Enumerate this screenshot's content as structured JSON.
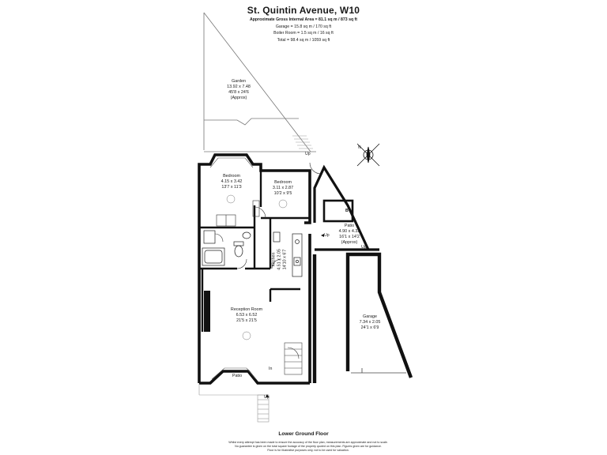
{
  "header": {
    "title": "St. Quintin Avenue, W10",
    "area_lines": [
      "Approximate Gross Internal Area = 81.1 sq m / 873 sq ft",
      "Garage = 15.8 sq m / 170 sq ft",
      "Boiler Room = 1.5 sq m / 16 sq ft",
      "Total = 98.4 sq m / 1059 sq ft"
    ]
  },
  "rooms": {
    "garden": {
      "name": "Garden",
      "metric": "13.92 x 7.48",
      "imperial": "45'8 x 24'6",
      "note": "(Approx)"
    },
    "bedroom1": {
      "name": "Bedroom",
      "metric": "4.15 x 3.42",
      "imperial": "13'7 x 11'3"
    },
    "bedroom2": {
      "name": "Bedroom",
      "metric": "3.11 x 2.87",
      "imperial": "10'2 x 9'5"
    },
    "kitchen": {
      "name": "Kitchen",
      "metric": "4.51 x 2.05",
      "imperial": "14'10 x 6'7"
    },
    "patio_side": {
      "name": "Patio",
      "metric": "4.90 x 4.32",
      "imperial": "16'1 x 14'2",
      "note": "(Approx)"
    },
    "reception": {
      "name": "Reception Room",
      "metric": "6.53 x 6.52",
      "imperial": "21'5 x 21'5"
    },
    "garage": {
      "name": "Garage",
      "metric": "7.34 x 2.05",
      "imperial": "24'1 x 6'9"
    },
    "patio_front": {
      "name": "Patio"
    }
  },
  "markers": {
    "up": "Up",
    "in": "In",
    "boiler": "B"
  },
  "footer": {
    "floor": "Lower Ground Floor",
    "disclaimer_lines": [
      "Whilst every attempt has been made to ensure the accuracy of the floor plan, measurements are approximate and not to scale.",
      "No guarantee is given on the total square footage of the property quoted on this plan. Figures given are for guidance.",
      "Floor is for illustrative purposes only, not to be used for valuation."
    ]
  },
  "compass": {
    "label": "N"
  }
}
